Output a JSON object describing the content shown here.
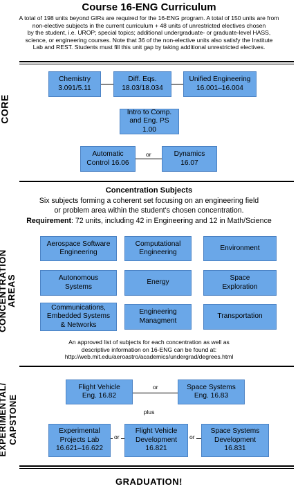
{
  "header": {
    "title": "Course 16-ENG Curriculum",
    "intro_lines": [
      "A total of 198 units beyond GIRs are required for the 16-ENG program. A total of 150 units are from",
      "non-elective subjects in the current curriculum + 48 units of unrestricted electives chosen",
      "by the student, i.e. UROP; special topics; additional undergraduate- or graduate-level HASS,",
      "science, or engineering courses. Note that 36 of the non-elective units also satisfy the Institute",
      "Lab and REST. Students must fill this unit gap by taking additional unrestricted electives."
    ]
  },
  "core": {
    "label": "CORE",
    "row1": [
      {
        "text": "Chemistry\n3.091/5.11"
      },
      {
        "text": "Diff. Eqs.\n18.03/18.034"
      },
      {
        "text": "Unified Engineering\n16.001–16.004"
      }
    ],
    "row2": {
      "text": "Intro to Comp.\nand Eng. PS 1.00"
    },
    "row3": [
      {
        "text": "Automatic\nControl 16.06"
      },
      {
        "text": "Dynamics\n16.07"
      }
    ],
    "or_label": "or"
  },
  "concentration": {
    "label": "CONCENTRATION AREAS",
    "heading": "Concentration Subjects",
    "desc_line1": "Six subjects forming a coherent set focusing on an engineering field",
    "desc_line2": "or problem area within the student's chosen concentration.",
    "requirement_label": "Requirement",
    "requirement_text": ": 72 units, including 42 in Engineering and 12 in Math/Science",
    "areas": [
      {
        "text": "Aerospace Software\nEngineering"
      },
      {
        "text": "Computational\nEngineering"
      },
      {
        "text": "Environment"
      },
      {
        "text": "Autonomous\nSystems"
      },
      {
        "text": "Energy"
      },
      {
        "text": "Space\nExploration"
      },
      {
        "text": "Communications,\nEmbedded Systems\n& Networks"
      },
      {
        "text": "Engineering\nManagment"
      },
      {
        "text": "Transportation"
      }
    ],
    "note_line1": "An approved list of subjects for each concentration as well as",
    "note_line2": "descriptive information on 16-ENG can be found at:",
    "note_url": "http://web.mit.edu/aeroastro/academics/undergrad/degrees.html"
  },
  "capstone": {
    "label_line1": "EXPERIMENTAL/",
    "label_line2": "CAPSTONE",
    "row1": [
      {
        "text": "Flight Vehicle\nEng. 16.82"
      },
      {
        "text": "Space Systems\nEng. 16.83"
      }
    ],
    "plus": "plus",
    "row2": [
      {
        "text": "Experimental\nProjects  Lab\n16.621–16.622"
      },
      {
        "text": "Flight Vehicle\nDevelopment\n16.821"
      },
      {
        "text": "Space Systems\nDevelopment\n16.831"
      }
    ],
    "or_label": "or"
  },
  "footer": {
    "graduation": "GRADUATION!"
  },
  "colors": {
    "box_fill": "#6aa7e8",
    "box_border": "#4b82c4"
  }
}
